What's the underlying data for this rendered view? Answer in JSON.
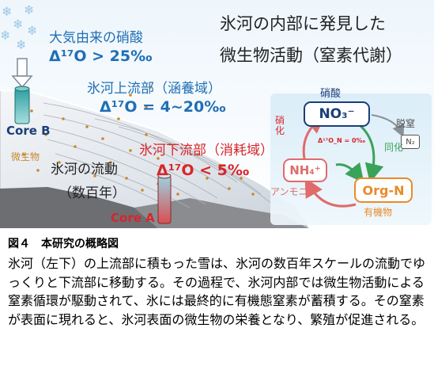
{
  "figure": {
    "title_line1": "氷河の内部に発見した",
    "title_line2": "微生物活動（窒素代謝）",
    "atm": {
      "label": "大気由来の硝酸",
      "value": "Δ¹⁷O > 25‰"
    },
    "upstream": {
      "label": "氷河上流部（涵養域）",
      "value": "Δ¹⁷O = 4~20‰"
    },
    "downstream": {
      "label": "氷河下流部（消耗域）",
      "value": "Δ¹⁷O < 5‰"
    },
    "flow_label": "氷河の流動",
    "flow_years": "（数百年）",
    "microbe_label": "微生物",
    "core_b": "Core B",
    "core_a": "Core A",
    "cycle": {
      "no3_top_label": "硝酸",
      "no3": "NO₃⁻",
      "denitrification": "脱窒",
      "n2": "N₂",
      "nitrification": "硝化",
      "assimilation": "同化",
      "zero_label": "Δ¹⁷O_N = 0‰",
      "nh4": "NH₄⁺",
      "orgn": "Org-N",
      "ammonia": "アンモニア",
      "organic": "有機物"
    }
  },
  "caption": {
    "title": "図４　本研究の概略図",
    "body": "氷河（左下）の上流部に積もった雪は、氷河の数百年スケールの流動でゆっくりと下流部に移動する。その過程で、氷河内部では微生物活動による窒素循環が駆動されて、氷には最終的に有機態窒素が蓄積する。その窒素が表面に現れると、氷河表面の微生物の栄養となり、繁殖が促進される。"
  },
  "colors": {
    "blue": "#1f6fb5",
    "red": "#d8252b",
    "green": "#3aa35a",
    "orange": "#e98a2b",
    "navy": "#1a3e7a"
  }
}
